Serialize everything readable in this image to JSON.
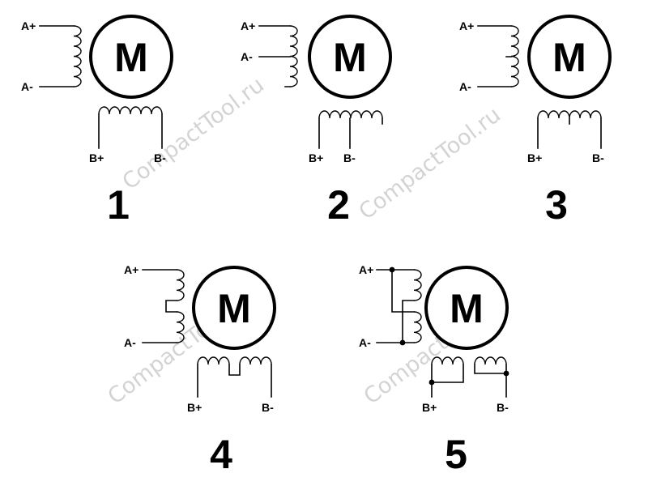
{
  "motor_label": "M",
  "pins": {
    "a_plus": "A+",
    "a_minus": "A-",
    "b_plus": "B+",
    "b_minus": "B-"
  },
  "variants": [
    {
      "number": "1"
    },
    {
      "number": "2"
    },
    {
      "number": "3"
    },
    {
      "number": "4"
    },
    {
      "number": "5"
    }
  ],
  "watermark": "CompactTool.ru"
}
